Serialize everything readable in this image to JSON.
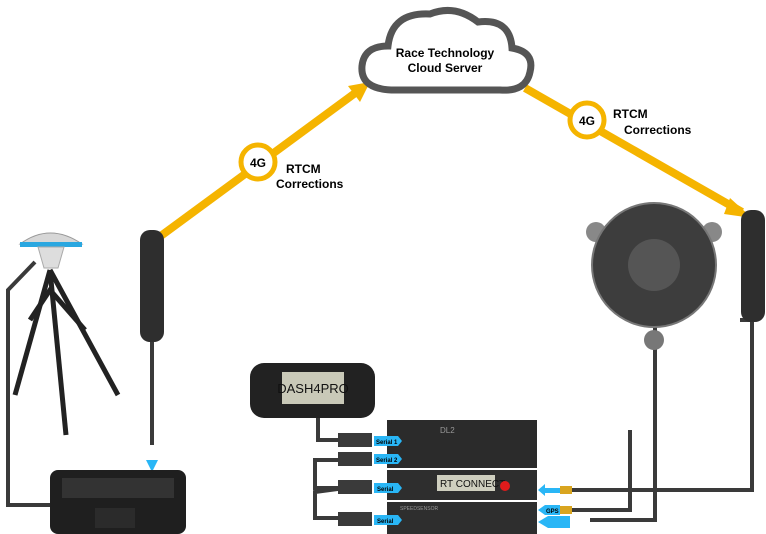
{
  "cloud": {
    "line1": "Race Technology",
    "line2": "Cloud Server"
  },
  "link_left": {
    "badge": "4G",
    "label1": "RTCM",
    "label2": "Corrections"
  },
  "link_right": {
    "badge": "4G",
    "label1": "RTCM",
    "label2": "Corrections"
  },
  "dash": {
    "screen": "DASH4PRO"
  },
  "dl2": {
    "name": "DL2"
  },
  "rt_connect": {
    "screen": "RT CONNECT"
  },
  "speed_sensor": {
    "name": "SPEEDSENSOR"
  },
  "ports": [
    "Serial 1",
    "Serial 2",
    "Serial",
    "Serial"
  ],
  "gps_label": "GPS",
  "colors": {
    "link": "#F5B400",
    "arrow": "#29B6F6",
    "device": "#2b2b2b"
  }
}
